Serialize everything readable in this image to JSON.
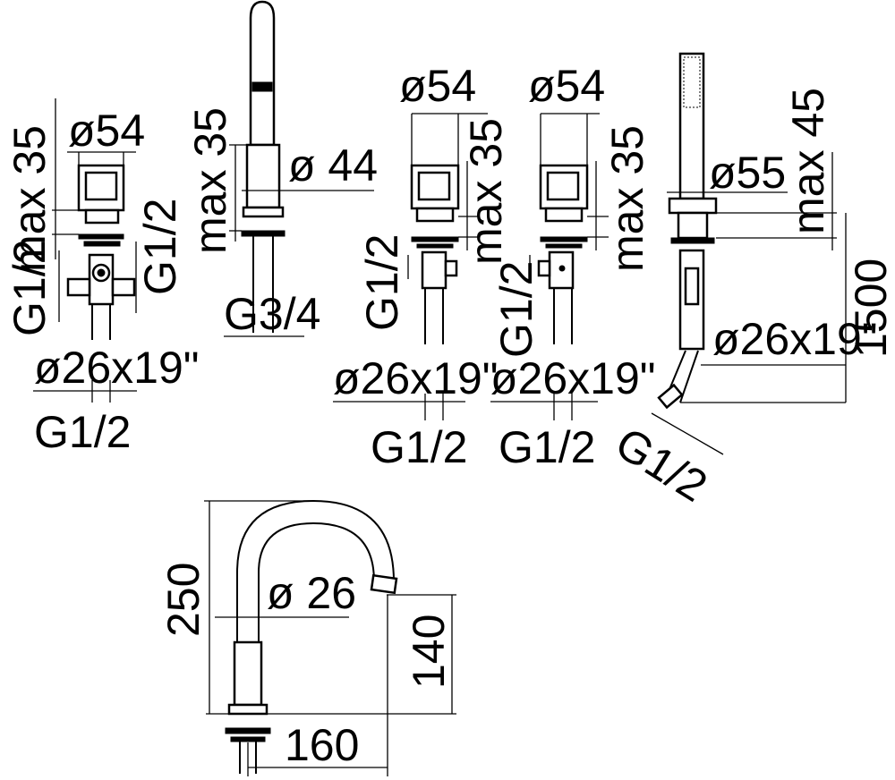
{
  "labels": {
    "mixer_left": {
      "dia_top": "ø54",
      "max_height": "max 35",
      "connector_side": "G1/2",
      "connector_left": "G1/2",
      "hose": "ø26x19\"",
      "bottom_thread": "G1/2"
    },
    "spout_center": {
      "max_height": "max 35",
      "dia": "ø 44",
      "thread": "G3/4"
    },
    "mixer_mid": {
      "dia_top": "ø54",
      "max_height": "max 35",
      "connector": "G1/2",
      "hose": "ø26x19\"",
      "bottom_thread": "G1/2"
    },
    "mixer_right": {
      "dia_top": "ø54",
      "max_height": "max 35",
      "connector": "G1/2",
      "hose": "ø26x19\"",
      "bottom_thread": "G1/2"
    },
    "shower": {
      "dia": "ø55",
      "max_height": "max 45",
      "hose_length": "1500",
      "hose": "ø26x19\"",
      "thread": "G1/2"
    },
    "spout_bottom": {
      "height": "250",
      "dia": "ø 26",
      "outlet_height": "140",
      "reach": "160"
    }
  }
}
